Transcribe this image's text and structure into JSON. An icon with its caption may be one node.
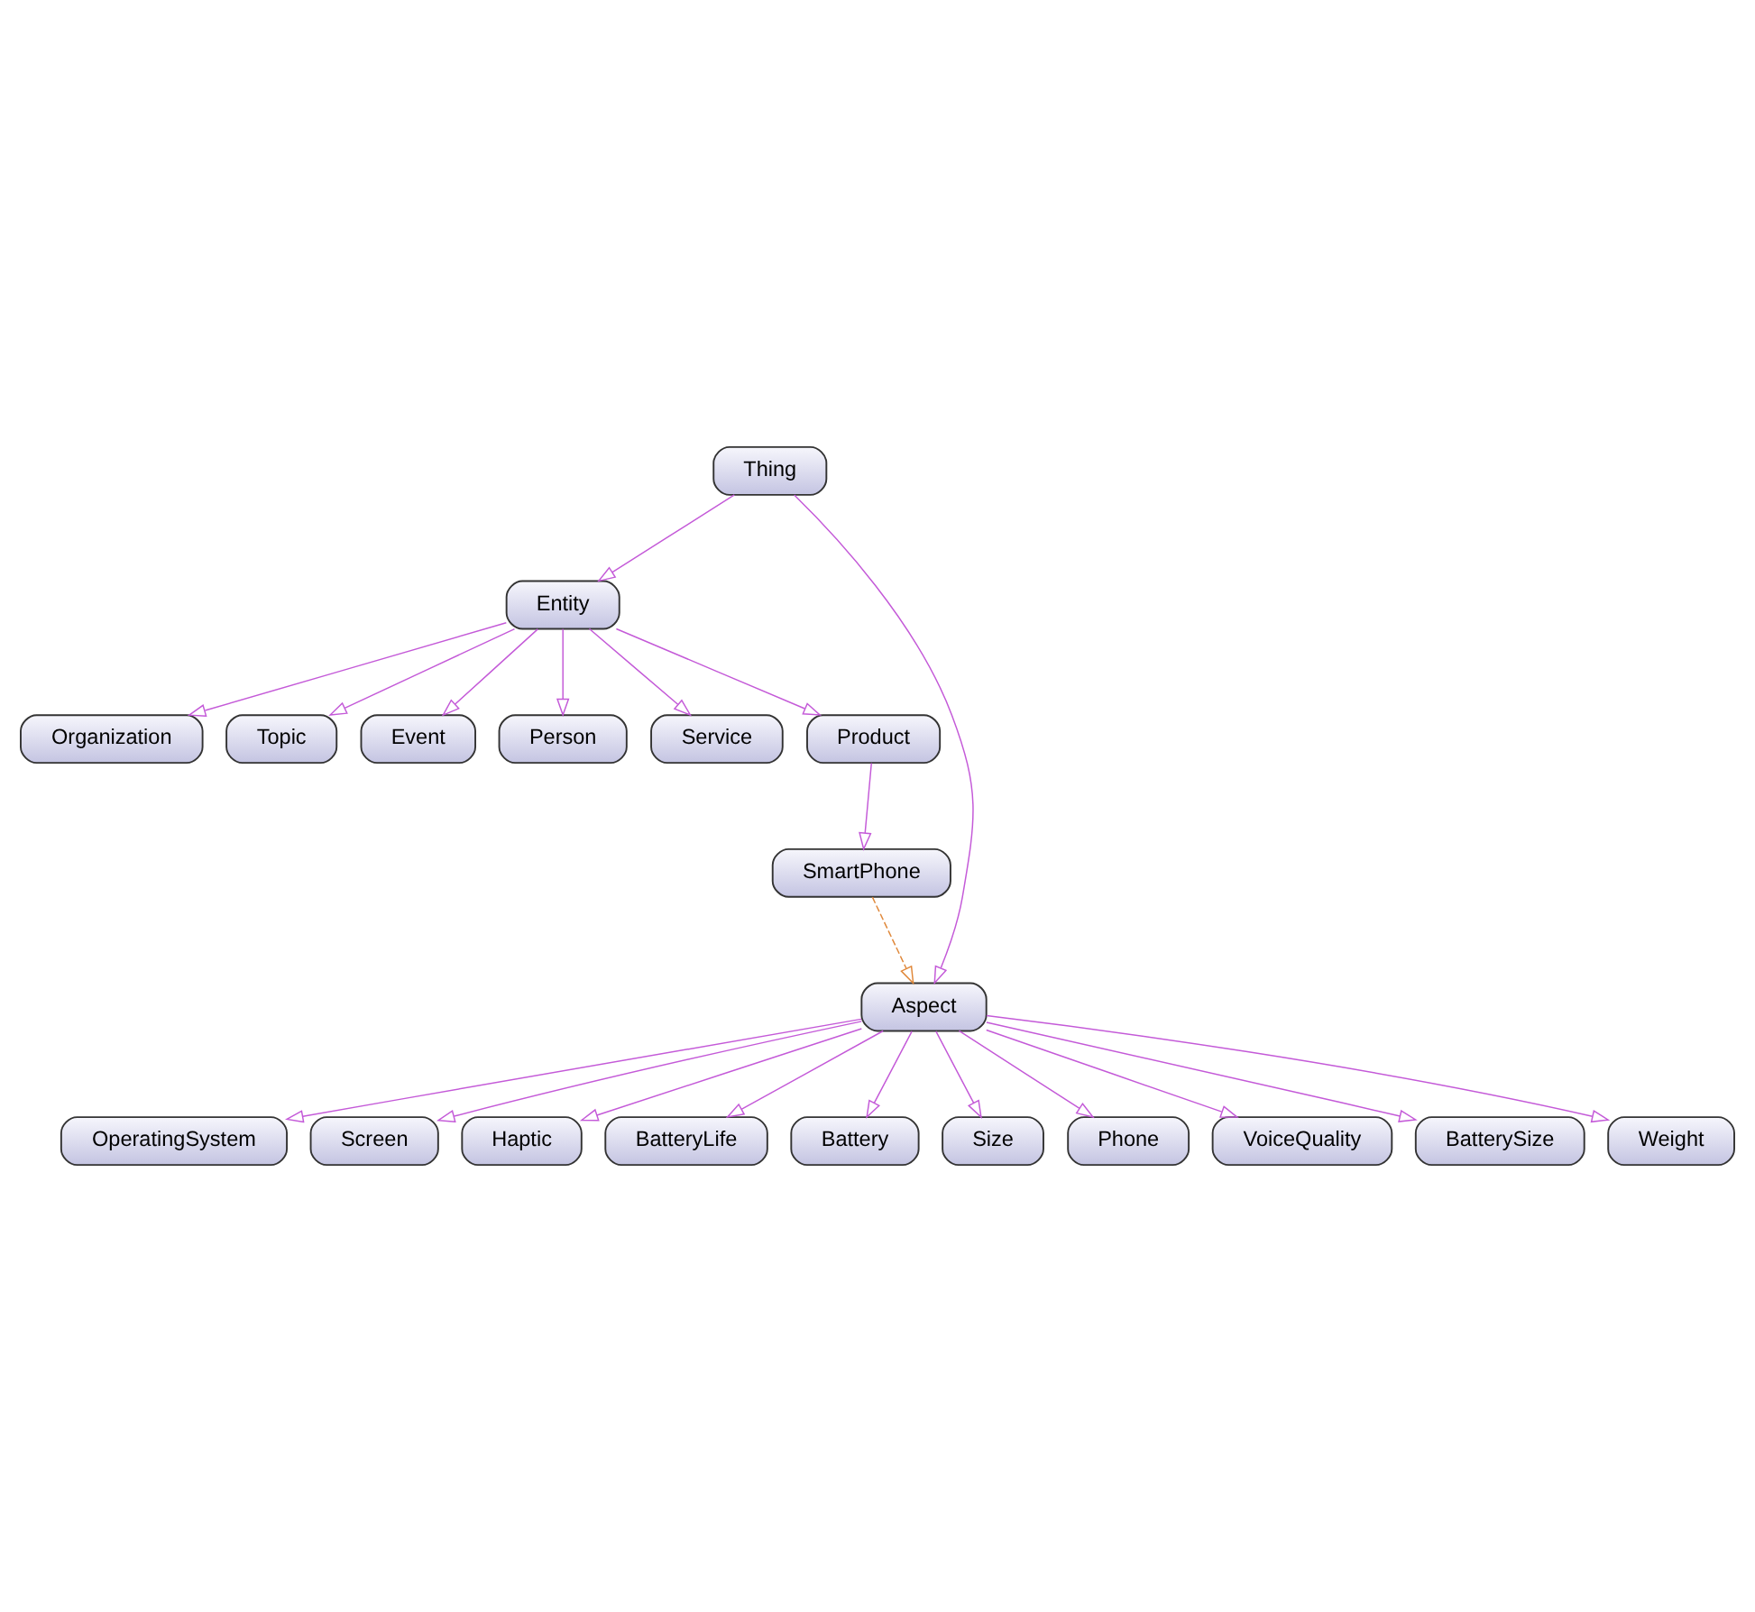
{
  "diagram": {
    "nodes": [
      {
        "text": [
          "Organization"
        ]
      },
      {
        "text": [
          "Topic"
        ]
      },
      {
        "text": [
          "Event"
        ]
      },
      {
        "text": [
          "Person"
        ]
      },
      {
        "text": [
          "Service"
        ]
      },
      {
        "text": [
          "Product"
        ]
      },
      {
        "text": [
          "Entity"
        ]
      },
      {
        "text": [
          "OperatingSystem"
        ]
      },
      {
        "text": [
          "Screen"
        ]
      },
      {
        "text": [
          "SmartPhone"
        ]
      },
      {
        "text": [
          "Thing"
        ]
      },
      {
        "text": [
          "Haptic"
        ]
      },
      {
        "text": [
          "BatteryLife"
        ]
      },
      {
        "text": [
          "Aspect"
        ]
      },
      {
        "text": [
          "Battery"
        ]
      },
      {
        "text": [
          "Size"
        ]
      },
      {
        "text": [
          "Phone"
        ]
      },
      {
        "text": [
          "VoiceQuality"
        ]
      },
      {
        "text": [
          "BatterySize"
        ]
      },
      {
        "text": [
          "Weight"
        ]
      }
    ],
    "edges": [
      {
        "from": 10,
        "to": 6,
        "arrow": "to"
      },
      {
        "from": 10,
        "to": 13,
        "arrow": "to"
      },
      {
        "from": 6,
        "to": 0,
        "arrow": "to"
      },
      {
        "from": 6,
        "to": 1,
        "arrow": "to"
      },
      {
        "from": 6,
        "to": 2,
        "arrow": "to"
      },
      {
        "from": 6,
        "to": 3,
        "arrow": "to"
      },
      {
        "from": 6,
        "to": 4,
        "arrow": "to"
      },
      {
        "from": 6,
        "to": 5,
        "arrow": "to"
      },
      {
        "from": 5,
        "to": 9,
        "arrow": "to"
      },
      {
        "from": 9,
        "to": 13,
        "arrow": "to",
        "style": "dashed",
        "color": "#e0883a"
      },
      {
        "from": 13,
        "to": 7,
        "arrow": "to"
      },
      {
        "from": 13,
        "to": 8,
        "arrow": "to"
      },
      {
        "from": 13,
        "to": 11,
        "arrow": "to"
      },
      {
        "from": 13,
        "to": 12,
        "arrow": "to"
      },
      {
        "from": 13,
        "to": 15,
        "arrow": "to"
      },
      {
        "from": 13,
        "to": 17,
        "arrow": "to"
      },
      {
        "from": 13,
        "to": 18,
        "arrow": "to"
      },
      {
        "from": 13,
        "to": 19,
        "arrow": "to"
      },
      {
        "from": 13,
        "to": 16,
        "arrow": "to"
      },
      {
        "from": 13,
        "to": 14,
        "arrow": "to"
      }
    ]
  }
}
